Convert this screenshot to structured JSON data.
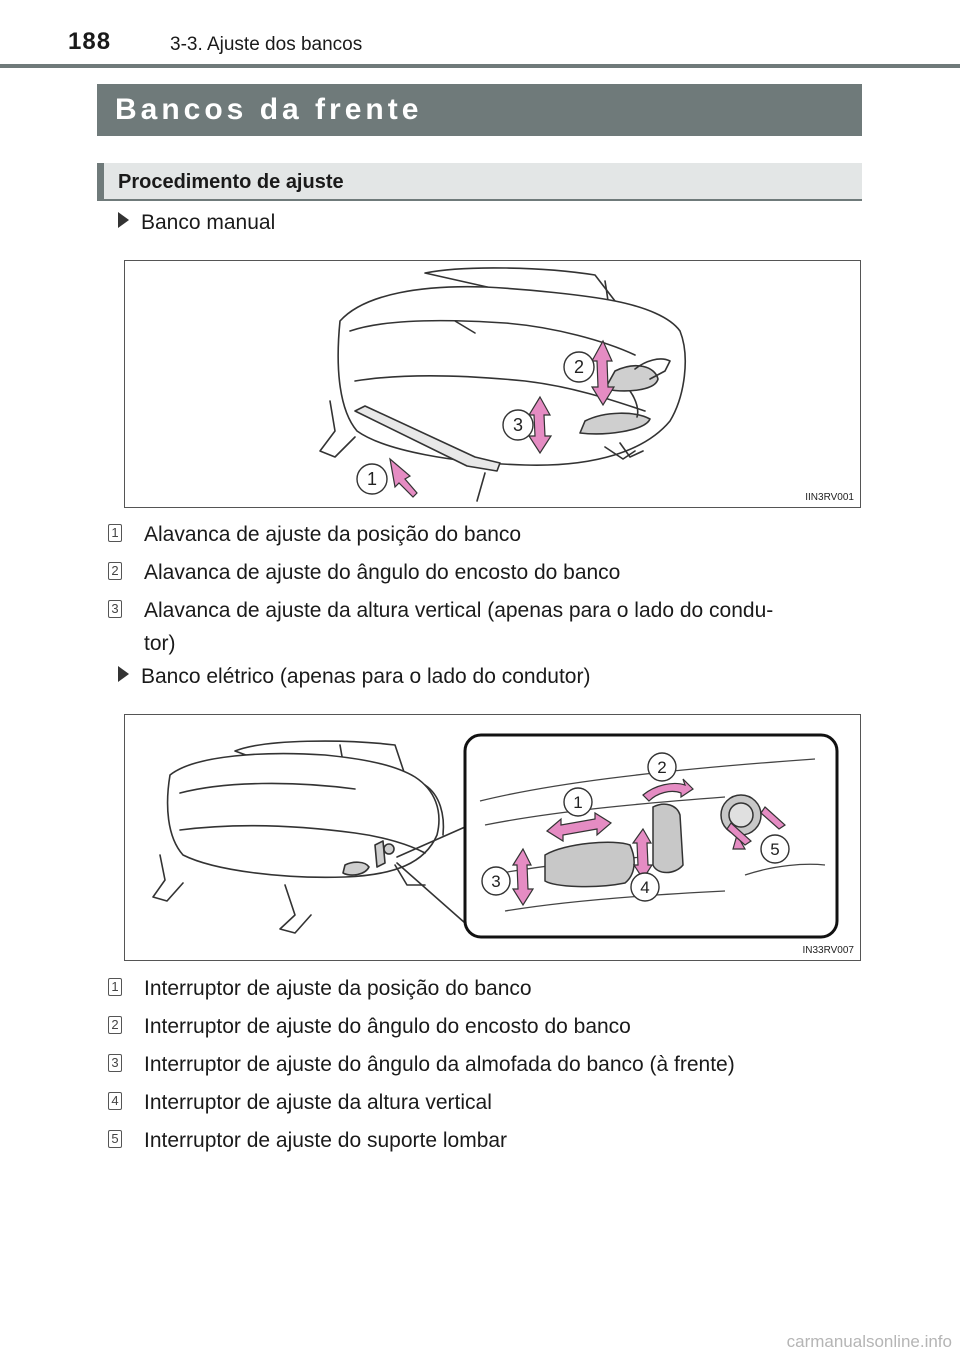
{
  "header": {
    "page_number": "188",
    "breadcrumb": "3-3. Ajuste dos bancos"
  },
  "section": {
    "title": "Bancos da frente"
  },
  "subsection": {
    "title": "Procedimento de ajuste"
  },
  "manual_seat": {
    "heading": "Banco manual",
    "figure_code": "IIN3RV001",
    "callouts": [
      "1",
      "2",
      "3"
    ],
    "items": [
      {
        "num": "1",
        "text": "Alavanca de ajuste da posição do banco"
      },
      {
        "num": "2",
        "text": "Alavanca de ajuste do ângulo do encosto do banco"
      },
      {
        "num": "3",
        "text": "Alavanca de ajuste da altura vertical (apenas para o lado do condu-\ntor)"
      }
    ]
  },
  "power_seat": {
    "heading": "Banco elétrico (apenas para o lado do condutor)",
    "figure_code": "IN33RV007",
    "callouts": [
      "1",
      "2",
      "3",
      "4",
      "5"
    ],
    "items": [
      {
        "num": "1",
        "text": "Interruptor de ajuste da posição do banco"
      },
      {
        "num": "2",
        "text": "Interruptor de ajuste do ângulo do encosto do banco"
      },
      {
        "num": "3",
        "text": "Interruptor de ajuste do ângulo da almofada do banco (à frente)"
      },
      {
        "num": "4",
        "text": "Interruptor de ajuste da altura vertical"
      },
      {
        "num": "5",
        "text": "Interruptor de ajuste do suporte lombar"
      }
    ]
  },
  "watermark": "carmanualsonline.info",
  "colors": {
    "banner": "#6f7a7a",
    "subsection_bg": "#e3e6e6",
    "arrow_pink": "#e58cc3"
  }
}
